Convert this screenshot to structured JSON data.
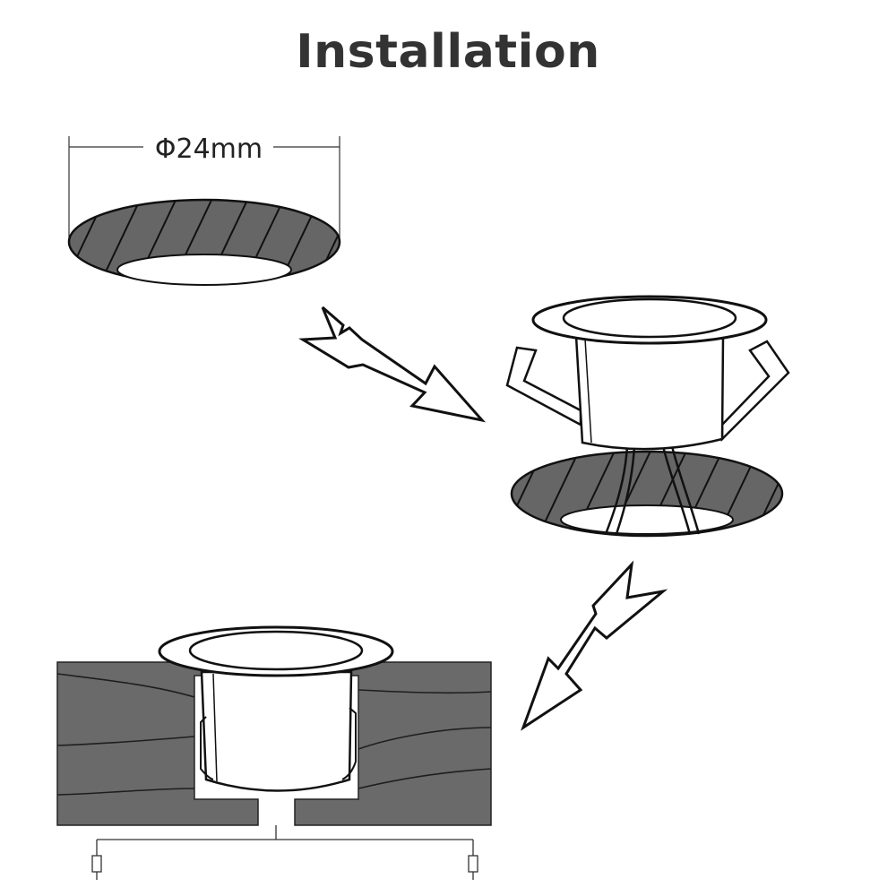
{
  "title": "Installation",
  "dimension_label": "Φ24mm",
  "colors": {
    "hole_fill": "#666666",
    "wood_fill": "#6a6a6a",
    "outline": "#111111",
    "background": "#ffffff"
  },
  "steps": [
    "drill-hole",
    "insert-light",
    "installed-view"
  ]
}
